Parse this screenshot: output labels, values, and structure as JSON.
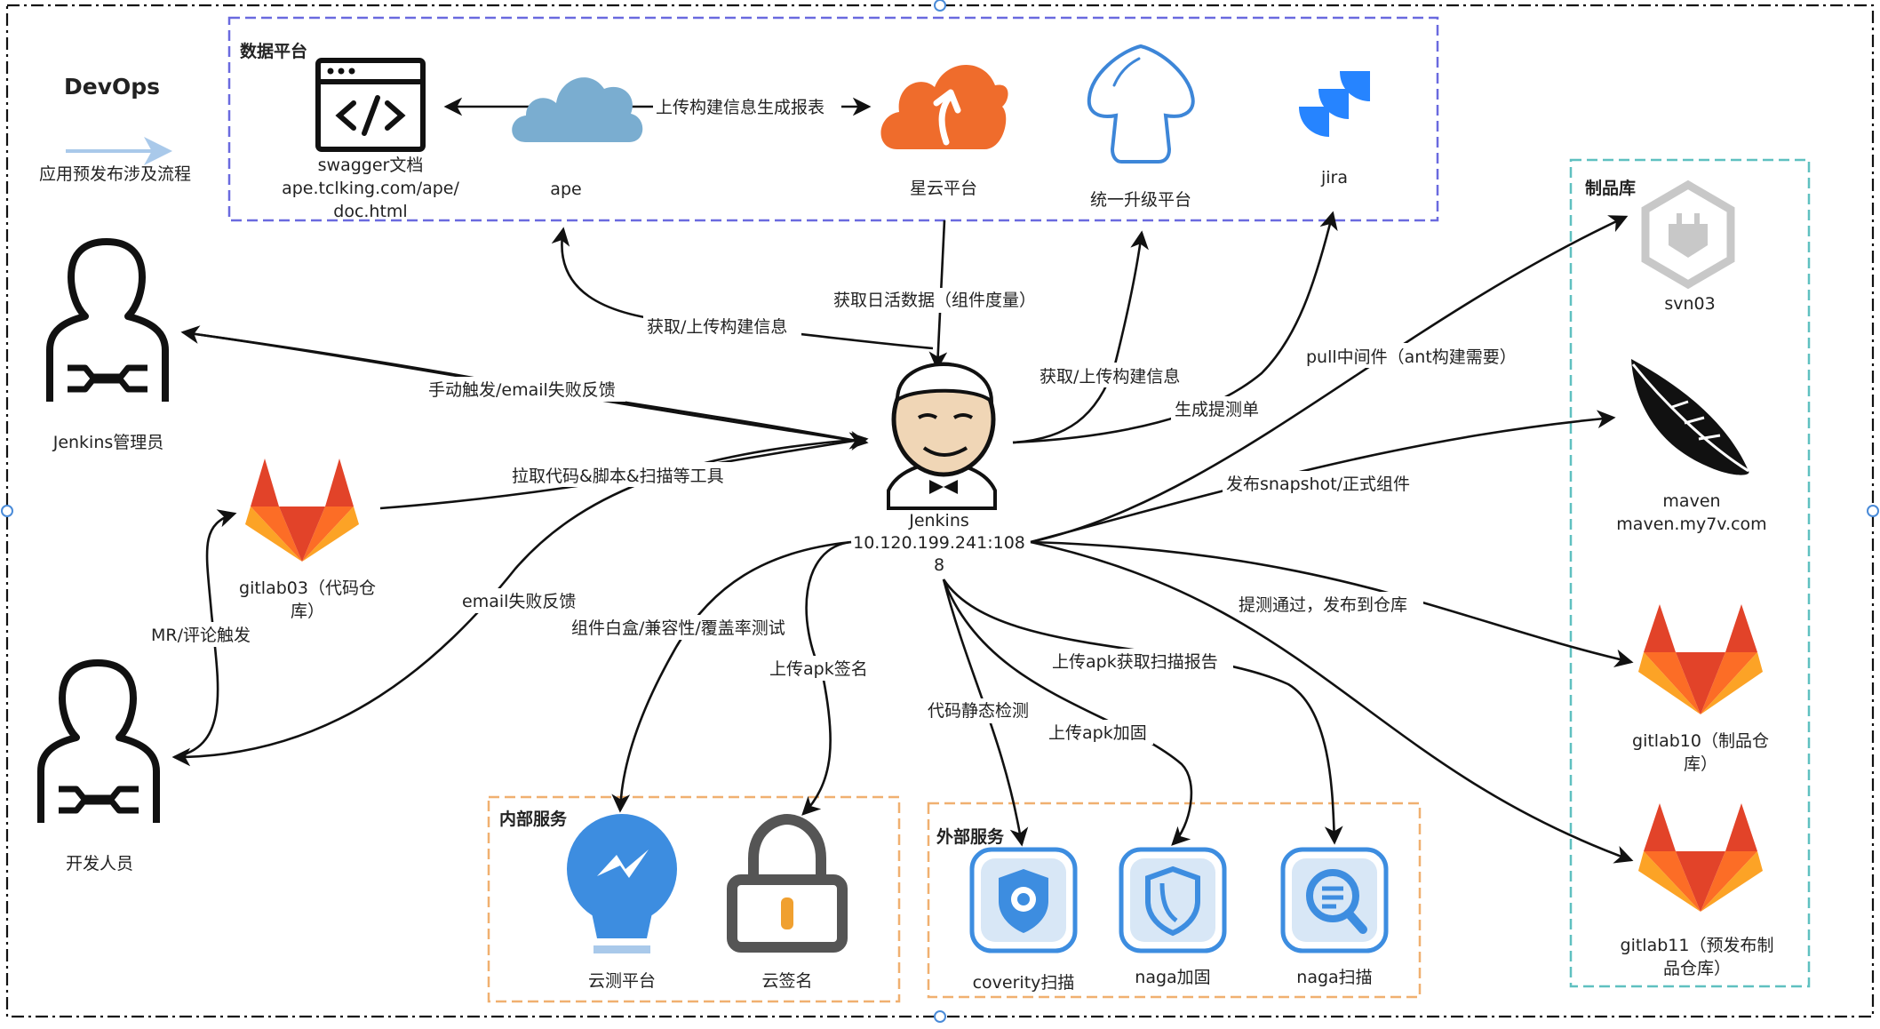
{
  "diagram": {
    "title": "DevOps",
    "legend": {
      "label": "应用预发布涉及流程",
      "arrow_color": "#a9c9ea"
    },
    "colors": {
      "data_platform": "#6a6adf",
      "services": "#f0b070",
      "artifact": "#5fc0c0"
    },
    "groups": {
      "data_platform": "数据平台",
      "internal": "内部服务",
      "external": "外部服务",
      "artifact": "制品库"
    },
    "nodes": {
      "swagger": [
        "swagger文档",
        "ape.tclking.com/ape/",
        "doc.html"
      ],
      "ape": "ape",
      "xingyun": "星云平台",
      "upgrade": "统一升级平台",
      "jira": "jira",
      "admin": "Jenkins管理员",
      "gitlab03": [
        "gitlab03（代码仓",
        "库）"
      ],
      "developer": "开发人员",
      "jenkins": [
        "Jenkins",
        "10.120.199.241:108",
        "8"
      ],
      "svn03": "svn03",
      "maven": [
        "maven",
        "maven.my7v.com"
      ],
      "gitlab10": [
        "gitlab10（制品仓",
        "库）"
      ],
      "gitlab11": [
        "gitlab11（预发布制",
        "品仓库）"
      ],
      "cloud_test": "云测平台",
      "cloud_sign": "云签名",
      "coverity": "coverity扫描",
      "naga_harden": "naga加固",
      "naga_scan": "naga扫描"
    },
    "edges": {
      "ape_report": "上传构建信息生成报表",
      "ape_info": "获取/上传构建信息",
      "daily": "获取日活数据（组件度量）",
      "upgrade_info": "获取/上传构建信息",
      "jira_ticket": "生成提测单",
      "admin_trigger": "手动触发/email失败反馈",
      "pull_code": "拉取代码&脚本&扫描等工具",
      "mr": "MR/评论触发",
      "email_fail": "email失败反馈",
      "pull_middleware": "pull中间件（ant构建需要）",
      "snapshot": "发布snapshot/正式组件",
      "publish": "提测通过，发布到仓库",
      "whitebox": "组件白盒/兼容性/覆盖率测试",
      "apk_sign": "上传apk签名",
      "static_check": "代码静态检测",
      "apk_harden": "上传apk加固",
      "apk_scan": "上传apk获取扫描报告"
    }
  }
}
